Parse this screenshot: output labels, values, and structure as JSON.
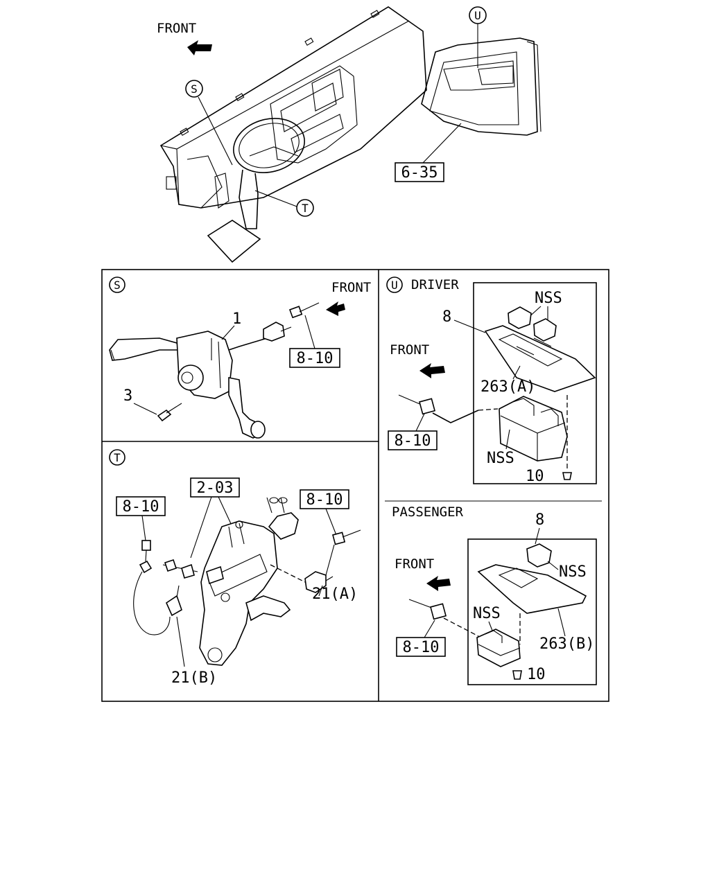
{
  "top_view": {
    "front_label": "FRONT",
    "callout_s": "S",
    "callout_t": "T",
    "callout_u": "U",
    "ref_box": "6-35"
  },
  "panel_s": {
    "callout": "S",
    "front_label": "FRONT",
    "part_1": "1",
    "part_3": "3",
    "ref_box": "8-10"
  },
  "panel_t": {
    "callout": "T",
    "ref_box_main": "2-03",
    "ref_box_left": "8-10",
    "ref_box_right": "8-10",
    "part_21a": "21(A)",
    "part_21b": "21(B)"
  },
  "panel_u": {
    "callout": "U",
    "driver_label": "DRIVER",
    "front_label": "FRONT",
    "nss_top": "NSS",
    "part_8": "8",
    "part_263a": "263(A)",
    "nss_bottom": "NSS",
    "part_10": "10",
    "ref_box": "8-10"
  },
  "panel_passenger": {
    "passenger_label": "PASSENGER",
    "part_8": "8",
    "nss_top": "NSS",
    "front_label": "FRONT",
    "nss_mid": "NSS",
    "part_263b": "263(B)",
    "part_10": "10",
    "ref_box": "8-10"
  }
}
